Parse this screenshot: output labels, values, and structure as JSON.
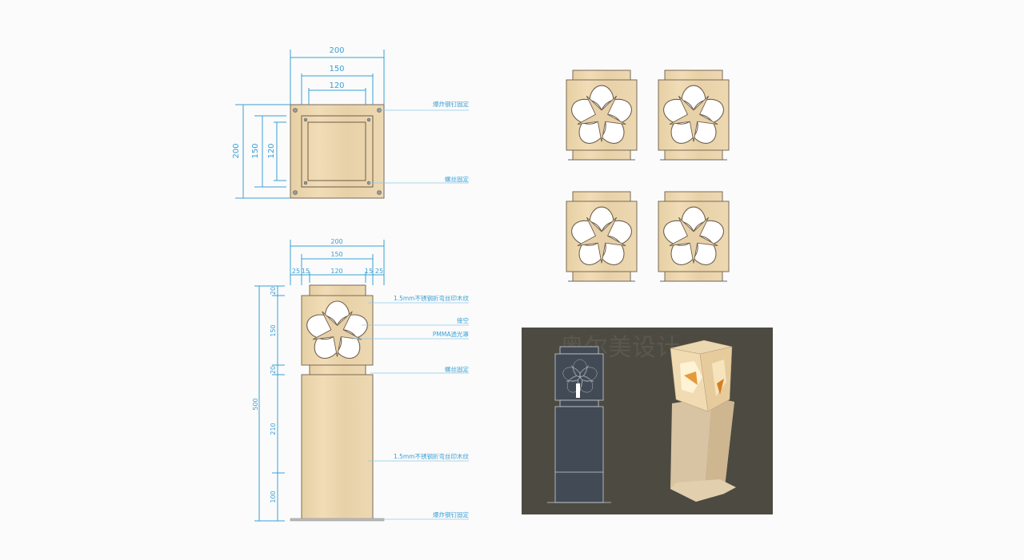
{
  "top_view": {
    "dims_horizontal": [
      "200",
      "150",
      "120"
    ],
    "dims_vertical": [
      "200",
      "150",
      "120"
    ],
    "labels": [
      "爆炸钢钉固定",
      "螺丝固定"
    ]
  },
  "front_view": {
    "dims_horizontal": [
      "200",
      "150"
    ],
    "dims_sub": [
      "25",
      "15",
      "120",
      "15",
      "25"
    ],
    "dim_total_height": "500",
    "dims_vertical": [
      "20",
      "150",
      "20",
      "210",
      "100"
    ],
    "labels": [
      "1.5mm不锈钢折弯丝印木纹",
      "接空",
      "PMMA透光罩",
      "螺丝固定",
      "1.5mm不锈钢折弯丝印木纹",
      "爆炸钢钉固定"
    ]
  },
  "variants": {
    "colors": [
      "#f9f0a0",
      "#9fd1ec",
      "#cbdc86",
      "#f8cd98"
    ]
  },
  "render": {
    "background": "#4d4a42",
    "watermark": "奥尔美设计"
  }
}
